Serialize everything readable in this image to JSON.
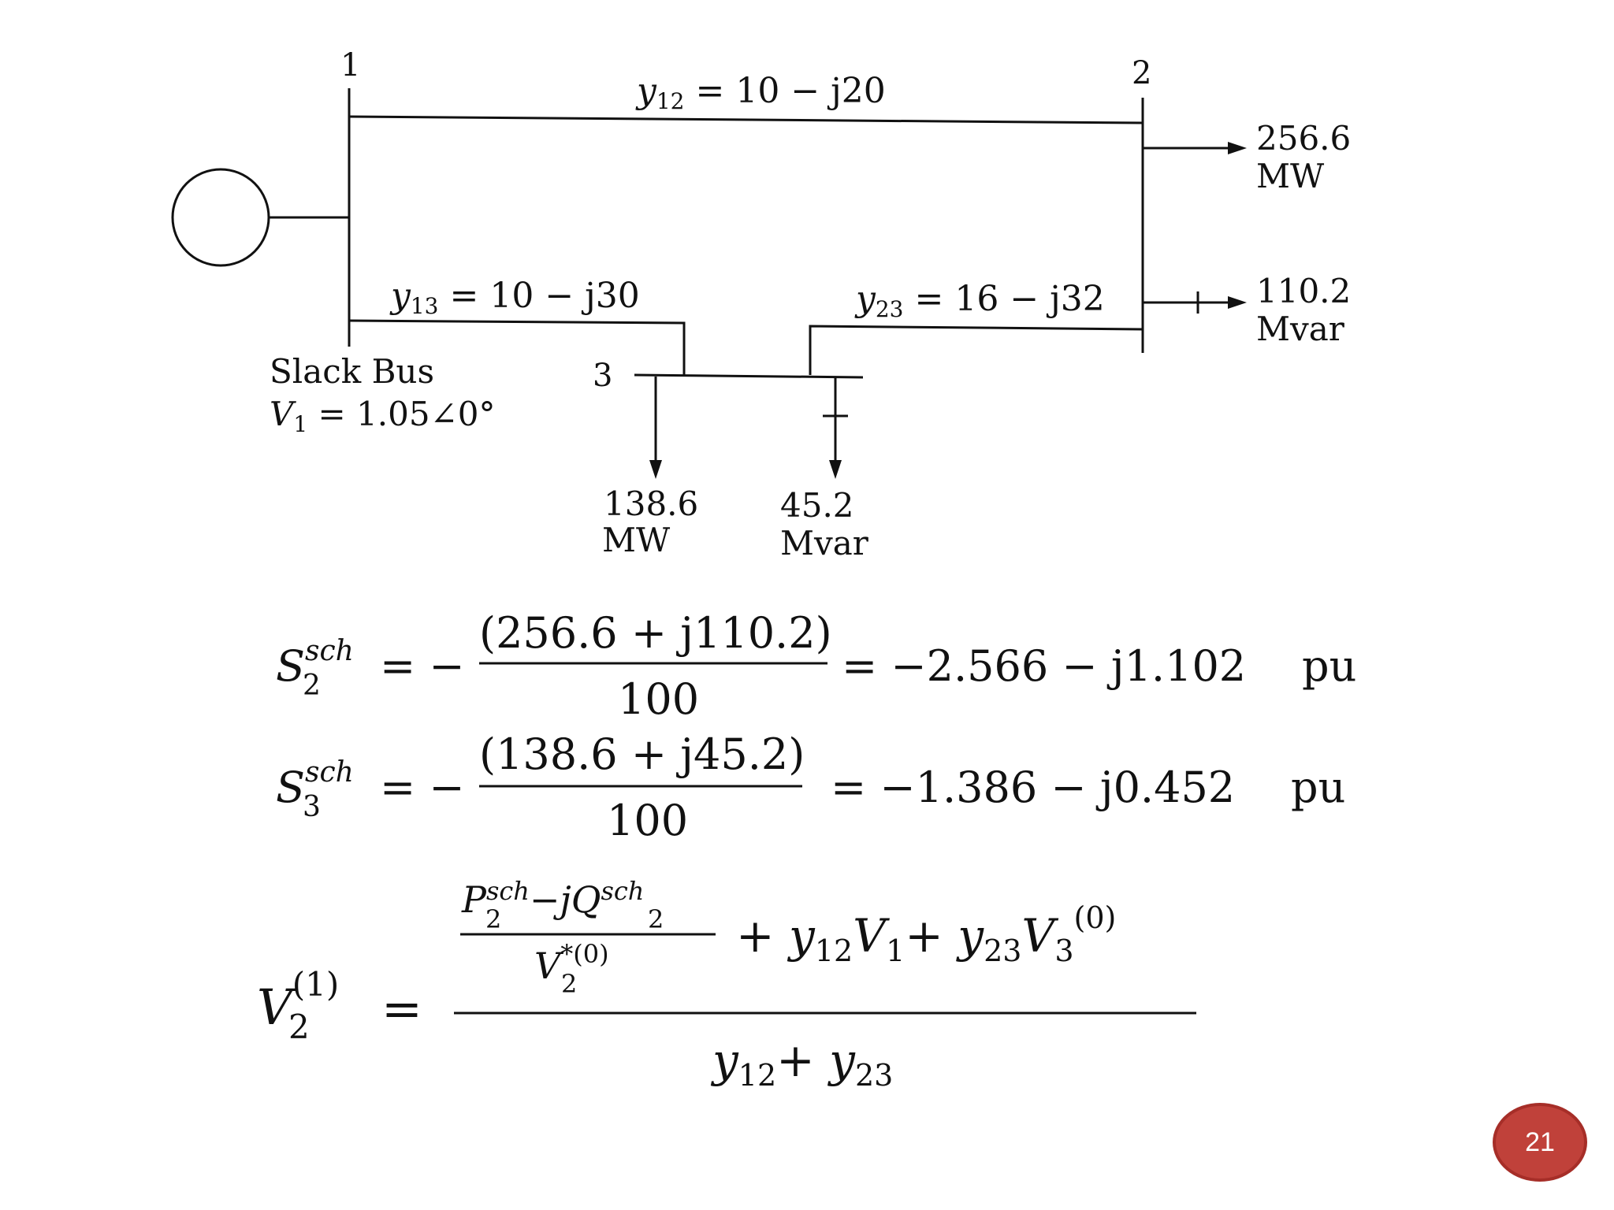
{
  "diagram": {
    "bus1": {
      "number": "1",
      "label": "Slack Bus"
    },
    "bus2": {
      "number": "2"
    },
    "bus3": {
      "number": "3"
    },
    "line12": {
      "symbol": "y",
      "sub": "12",
      "value": " = 10 − j20"
    },
    "line13": {
      "symbol": "y",
      "sub": "13",
      "value": " = 10 − j30"
    },
    "line23": {
      "symbol": "y",
      "sub": "23",
      "value": " = 16 − j32"
    },
    "bus2_load": {
      "p_value": "256.6",
      "p_unit": "MW",
      "q_value": "110.2",
      "q_unit": "Mvar"
    },
    "bus3_load": {
      "p_value": "138.6",
      "p_unit": "MW",
      "q_value": "45.2",
      "q_unit": "Mvar"
    },
    "slack_voltage": {
      "symbol": "V",
      "sub": "1",
      "value": " = 1.05∠0°"
    }
  },
  "equations": {
    "s2": {
      "lhs_sym": "S",
      "lhs_sub": "2",
      "lhs_sup": "sch",
      "numerator": "(256.6 + j110.2)",
      "denominator": "100",
      "result": "= −2.566 − j1.102",
      "unit": "pu"
    },
    "s3": {
      "lhs_sym": "S",
      "lhs_sub": "3",
      "lhs_sup": "sch",
      "numerator": "(138.6 + j45.2)",
      "denominator": "100",
      "result": "= −1.386 − j0.452",
      "unit": "pu"
    },
    "v2": {
      "lhs_sym": "V",
      "lhs_sub": "2",
      "lhs_sup": "(1)",
      "inner_num_P": "P",
      "inner_num_P_sup": "sch",
      "inner_num_P_sub": "2",
      "inner_num_mid": "−jQ",
      "inner_num_Q_sup": "sch",
      "inner_num_Q_sub": "2",
      "inner_den_sym": "V",
      "inner_den_sup": "*(0)",
      "inner_den_sub": "2",
      "term2_sym": "+ y",
      "term2_sub": "12",
      "term2_v": "V",
      "term2_v_sub": "1",
      "term3_sym": "+ y",
      "term3_sub": "23",
      "term3_v": "V",
      "term3_v_sub": "3",
      "term3_v_sup": "(0)",
      "den_y1": "y",
      "den_y1_sub": "12",
      "den_plus": "+ y",
      "den_y2_sub": "23"
    }
  },
  "page_number": "21"
}
